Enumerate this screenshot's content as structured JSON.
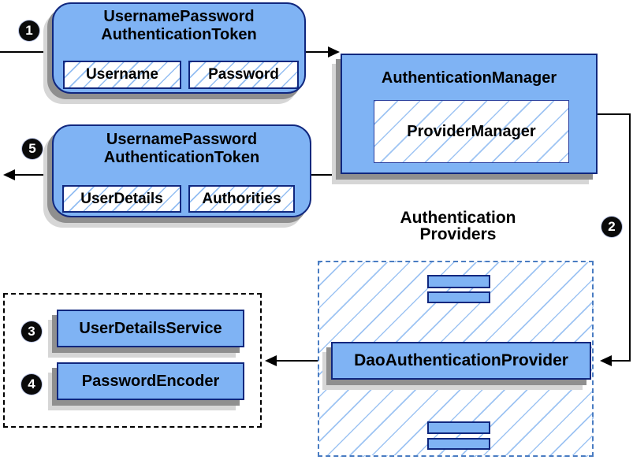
{
  "steps": {
    "s1": "1",
    "s2": "2",
    "s3": "3",
    "s4": "4",
    "s5": "5"
  },
  "token_request": {
    "title_line1": "UsernamePassword",
    "title_line2": "AuthenticationToken",
    "field1": "Username",
    "field2": "Password"
  },
  "auth_manager": {
    "title": "AuthenticationManager",
    "inner": "ProviderManager"
  },
  "token_response": {
    "title_line1": "UsernamePassword",
    "title_line2": "AuthenticationToken",
    "field1": "UserDetails",
    "field2": "Authorities"
  },
  "providers": {
    "heading_line1": "Authentication",
    "heading_line2": "Providers",
    "main": "DaoAuthenticationProvider"
  },
  "services": {
    "item1": "UserDetailsService",
    "item2": "PasswordEncoder"
  },
  "colors": {
    "box_fill": "#7FB3F4",
    "box_border": "#10277E",
    "hatch_line": "#8DBAF1",
    "dashed_border": "#4A7CC2",
    "shadow_dark": "#8F8F8F",
    "shadow_light": "#D6D6D6",
    "connector": "#000000",
    "badge_bg": "#0A0A0A",
    "badge_text": "#FFFFFF"
  }
}
